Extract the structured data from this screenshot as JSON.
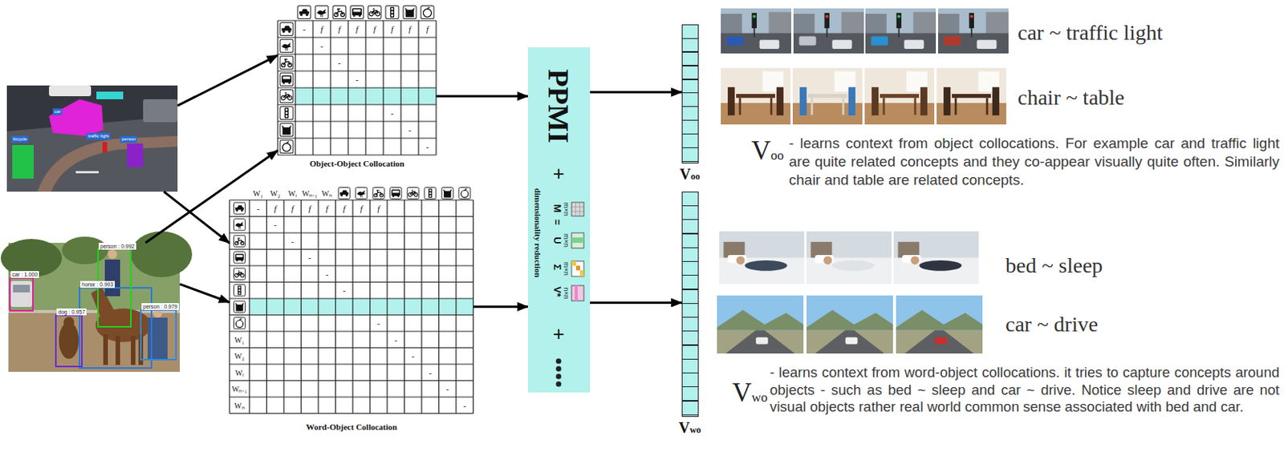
{
  "diagram": {
    "nodes": [
      {
        "text": [
          "car",
          "traffic light",
          "person",
          "bicycle"
        ]
      },
      {
        "text": [
          "person : 0.992",
          "car : 1.000",
          "horse : 0.993",
          "dog : 0.957",
          "person : 0.979"
        ]
      },
      {
        "text": [
          "Object-Object Collocation"
        ]
      },
      {
        "text": [
          "Word-Object Collocation"
        ]
      },
      {
        "text": [
          "PPMI",
          "+",
          "dimensionality reduction",
          "M",
          "m×n",
          "=",
          "U",
          "m×n",
          "Σ",
          "m×n",
          "V*",
          "n×n",
          "+"
        ]
      },
      {
        "text": [
          "Voo"
        ]
      },
      {
        "text": [
          "Vwo"
        ]
      }
    ],
    "edges": [
      {
        "from": 0,
        "to": 2,
        "arrow": "to"
      },
      {
        "from": 0,
        "to": 3,
        "arrow": "to"
      },
      {
        "from": 1,
        "to": 2,
        "arrow": "to"
      },
      {
        "from": 1,
        "to": 3,
        "arrow": "to"
      },
      {
        "from": 2,
        "to": 4,
        "arrow": "to"
      },
      {
        "from": 3,
        "to": 4,
        "arrow": "to"
      },
      {
        "from": 4,
        "to": 5,
        "arrow": "to"
      },
      {
        "from": 4,
        "to": 6,
        "arrow": "to"
      }
    ],
    "labels": [
      "-",
      "f",
      "f",
      "f",
      "f",
      "f",
      "f",
      "f",
      "-",
      "-",
      "-",
      "-",
      "-",
      "-",
      "W₁",
      "W₂",
      "Wᵢ",
      "Wₙ₋₁",
      "Wₙ",
      "-",
      "f",
      "f",
      "f",
      "f",
      "f",
      "f",
      "f",
      "-",
      "-",
      "-",
      "-",
      "-",
      "-",
      "-",
      "-",
      "-",
      "-",
      "-",
      "W₁",
      "W₂",
      "Wᵢ",
      "Wₙ₋₁",
      "Wₙ",
      "car ~ traffic light",
      "chair ~ table",
      "Voo",
      "- learns context from object collocations. For example car and traffic light are quite related concepts and they co-appear visually quite often. Similarly chair and table are related concepts.",
      "bed ~ sleep",
      "car ~ drive",
      "Vwo",
      "- learns context from word-object collocations. it tries to capture concepts around objects - such as bed ~ sleep and car ~ drive. Notice sleep and drive are not visual objects rather real world common sense associated with bed and car."
    ]
  }
}
